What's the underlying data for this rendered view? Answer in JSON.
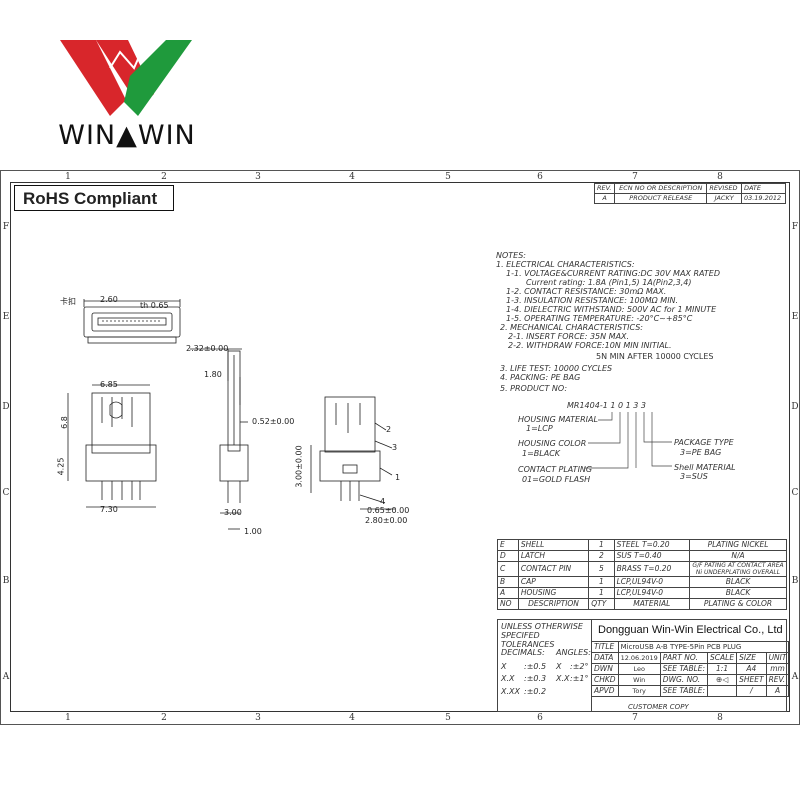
{
  "logo": {
    "text": "WIN▲WIN",
    "colors": {
      "red": "#d8262b",
      "green": "#1f9a3c"
    }
  },
  "badge": {
    "label": "RoHS Compliant"
  },
  "grid": {
    "columns": [
      "1",
      "2",
      "3",
      "4",
      "5",
      "6",
      "7",
      "8"
    ],
    "rows": [
      "F",
      "E",
      "D",
      "C",
      "B",
      "A"
    ]
  },
  "revision": {
    "headers": [
      "REV.",
      "ECN NO OR DESCRIPTION",
      "REVISED",
      "DATE"
    ],
    "row": [
      "A",
      "PRODUCT RELEASE",
      "JACKY",
      "03.19.2012"
    ]
  },
  "notes": [
    "NOTES:",
    "1. ELECTRICAL CHARACTERISTICS:",
    "1-1. VOLTAGE&CURRENT RATING:DC 30V MAX RATED",
    "Current rating: 1.8A (Pin1,5)  1A(Pin2,3,4)",
    "1-2. CONTACT RESISTANCE: 30mΩ MAX.",
    "1-3. INSULATION RESISTANCE: 100MΩ MIN.",
    "1-4. DIELECTRIC WITHSTAND: 500V AC for 1 MINUTE",
    "1-5. OPERATING TEMPERATURE: -20°C~+85°C",
    "2. MECHANICAL CHARACTERISTICS:",
    "2-1. INSERT FORCE: 35N MAX.",
    "2-2. WITHDRAW FORCE:10N MIN INITIAL.",
    "5N MIN AFTER 10000 CYCLES",
    "3. LIFE TEST: 10000 CYCLES",
    "4. PACKING: PE BAG",
    "5. PRODUCT NO:"
  ],
  "product_no": {
    "code": "MR1404-1 1 0 1 3 3",
    "housing_material": "HOUSING MATERIAL",
    "housing_material_val": "1=LCP",
    "housing_color": "HOUSING COLOR",
    "housing_color_val": "1=BLACK",
    "contact_plating": "CONTACT PLATING",
    "contact_plating_val": "01=GOLD FLASH",
    "package_type": "PACKAGE TYPE",
    "package_type_val": "3=PE BAG",
    "shell_material": "Shell MATERIAL",
    "shell_material_val": "3=SUS"
  },
  "dimensions": {
    "top_chinese": "卡扣",
    "w260": "2.60",
    "th065": "th 0.65",
    "w685": "6.85",
    "h68": "6.8",
    "h425": "4.25",
    "w730": "7.30",
    "w232": "2.32±0.00",
    "w180": "1.80",
    "d052": "0.52±0.00",
    "d300": "3.00",
    "d100": "1.00",
    "h300b": "3.00±0.00",
    "d065": "0.65±0.00",
    "d280": "2.80±0.00",
    "callout1": "1",
    "callout2": "2",
    "callout3": "3",
    "callout4": "4"
  },
  "bom": [
    {
      "letter": "E",
      "desc": "SHELL",
      "qty": "1",
      "material": "STEEL T=0.20",
      "plating": "PLATING NICKEL"
    },
    {
      "letter": "D",
      "desc": "LATCH",
      "qty": "2",
      "material": "SUS T=0.40",
      "plating": "N/A"
    },
    {
      "letter": "C",
      "desc": "CONTACT PIN",
      "qty": "5",
      "material": "BRASS T=0.20",
      "plating": "G/F PATING AT CONTACT AREA Ni UNDERPLATING OVERALL"
    },
    {
      "letter": "B",
      "desc": "CAP",
      "qty": "1",
      "material": "LCP,UL94V-0",
      "plating": "BLACK"
    },
    {
      "letter": "A",
      "desc": "HOUSING",
      "qty": "1",
      "material": "LCP,UL94V-0",
      "plating": "BLACK"
    }
  ],
  "bom_header": {
    "no": "NO",
    "desc": "DESCRIPTION",
    "qty": "QTY",
    "material": "MATERIAL",
    "plating": "PLATING & COLOR"
  },
  "title_block": {
    "tol_title": "UNLESS OTHERWISE SPECIFED TOLERANCES",
    "company": "Dongguan Win-Win Electrical Co., Ltd",
    "decimals": "DECIMALS:",
    "angles": "ANGLES:",
    "x": "X",
    "x_tol": ":±0.5",
    "x_ang": "X",
    "x_ang_tol": ":±2°",
    "xx": "X.X",
    "xx_tol": ":±0.3",
    "xx_ang": "X.X",
    "xx_ang_tol": ":±1°",
    "xxx": "X.XX",
    "xxx_tol": ":±0.2",
    "title_lbl": "TITLE",
    "title_val": "MicroUSB A-B TYPE-5Pin PCB PLUG",
    "data_lbl": "DATA",
    "data_val": "12.06.2019",
    "part_no": "PART NO.",
    "scale": "SCALE",
    "size": "SIZE",
    "unit": "UNIT",
    "dwn_lbl": "DWN",
    "dwn_val": "Leo",
    "see_table": "SEE TABLE:",
    "scale_val": "1:1",
    "size_val": "A4",
    "unit_val": "mm",
    "chkd_lbl": "CHKD",
    "chkd_val": "Win",
    "dwg_no": "DWG. NO.",
    "sheet": "SHEET",
    "rev": "REV.",
    "apvd_lbl": "APVD",
    "apvd_val": "Tory",
    "see_table2": "SEE TABLE:",
    "sheet_val": "/",
    "rev_val": "A",
    "customer_copy": "CUSTOMER COPY"
  }
}
